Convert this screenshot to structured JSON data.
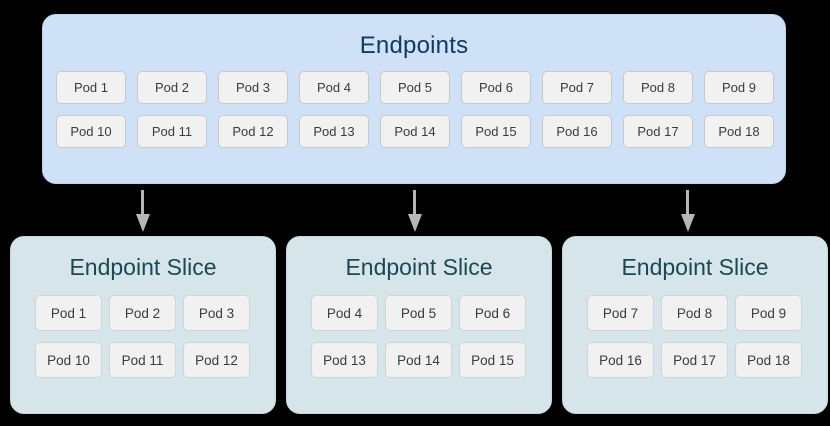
{
  "diagram": {
    "colors": {
      "endpoints_fill": "#cfe1f6",
      "endpoints_title": "#103a63",
      "slice_fill": "#d6e5e9",
      "slice_title": "#1c4854",
      "pod_fill": "#f1f1f1",
      "pod_border": "#c9c9c9",
      "pod_text": "#3b3b3b",
      "arrow": "#b6b6b6",
      "background": "#000000"
    },
    "endpoints": {
      "title": "Endpoints",
      "rows": [
        [
          "Pod 1",
          "Pod 2",
          "Pod 3",
          "Pod 4",
          "Pod 5",
          "Pod 6",
          "Pod 7",
          "Pod 8",
          "Pod 9"
        ],
        [
          "Pod 10",
          "Pod 11",
          "Pod 12",
          "Pod 13",
          "Pod 14",
          "Pod 15",
          "Pod 16",
          "Pod 17",
          "Pod 18"
        ]
      ]
    },
    "arrows": [
      {
        "name": "arrow-to-slice-1",
        "icon": "arrow-down-icon"
      },
      {
        "name": "arrow-to-slice-2",
        "icon": "arrow-down-icon"
      },
      {
        "name": "arrow-to-slice-3",
        "icon": "arrow-down-icon"
      }
    ],
    "slices": [
      {
        "title": "Endpoint Slice",
        "rows": [
          [
            "Pod 1",
            "Pod 2",
            "Pod 3"
          ],
          [
            "Pod 10",
            "Pod 11",
            "Pod 12"
          ]
        ]
      },
      {
        "title": "Endpoint Slice",
        "rows": [
          [
            "Pod 4",
            "Pod 5",
            "Pod 6"
          ],
          [
            "Pod 13",
            "Pod 14",
            "Pod 15"
          ]
        ]
      },
      {
        "title": "Endpoint Slice",
        "rows": [
          [
            "Pod 7",
            "Pod 8",
            "Pod 9"
          ],
          [
            "Pod 16",
            "Pod 17",
            "Pod 18"
          ]
        ]
      }
    ]
  }
}
